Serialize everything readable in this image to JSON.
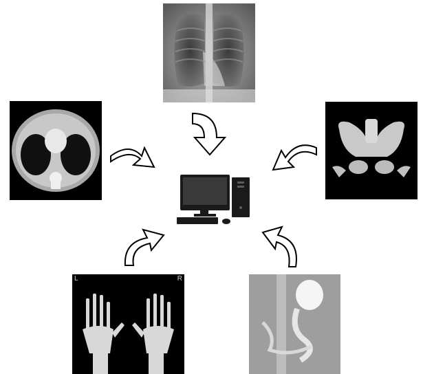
{
  "panels": {
    "chest_xray": {
      "icon": "chest-xray-image"
    },
    "chest_ct": {
      "icon": "chest-ct-image"
    },
    "pelvis_3d": {
      "icon": "pelvis-3d-render-image"
    },
    "hand_xray": {
      "icon": "hand-xray-image",
      "left_marker": "L",
      "right_marker": "R"
    },
    "abdomen_contrast": {
      "icon": "abdomen-contrast-xray-image"
    }
  },
  "center": {
    "icon": "desktop-computer-icon"
  },
  "arrows": {
    "style": "white-outlined-curved",
    "direction": "toward-computer"
  },
  "colors": {
    "background": "#ffffff",
    "image_bg": "#000000",
    "computer": "#1a1a1a"
  }
}
